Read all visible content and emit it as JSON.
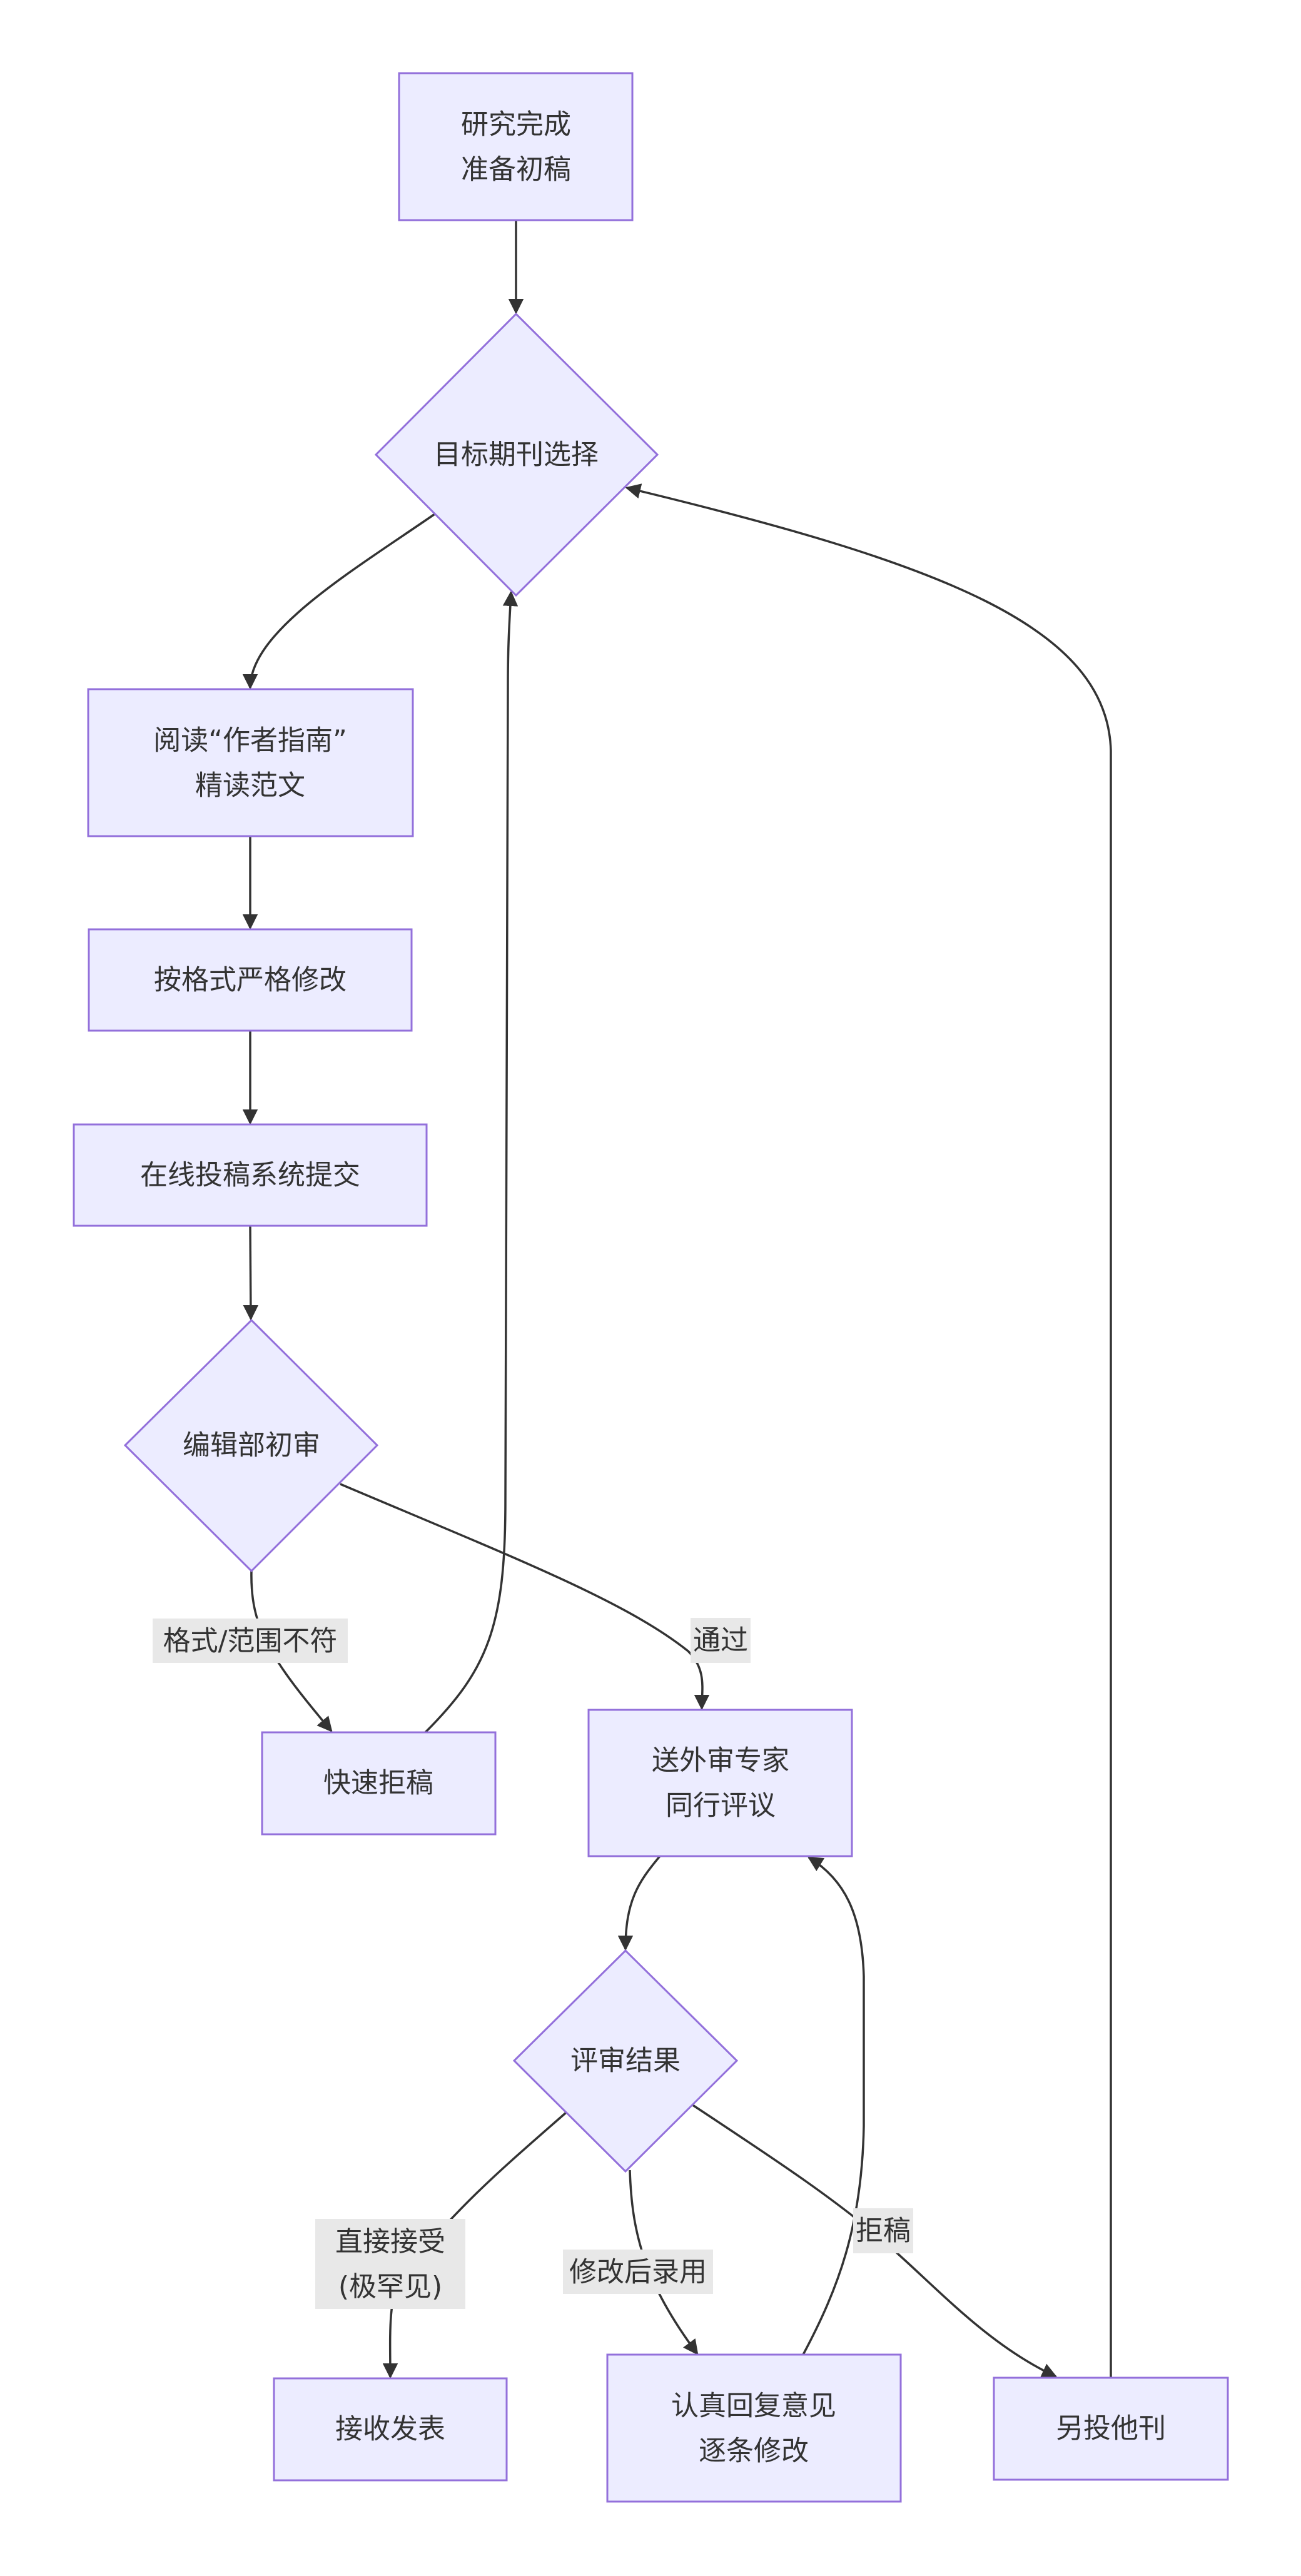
{
  "diagram": {
    "type": "flowchart",
    "direction": "top-down",
    "colors": {
      "node_fill": "#ECECFF",
      "node_stroke": "#9370DB",
      "edge": "#333333",
      "label_background": "#e8e8e8",
      "text": "#333333"
    },
    "nodes": {
      "start": {
        "shape": "rect",
        "lines": [
          "研究完成",
          "准备初稿"
        ]
      },
      "select": {
        "shape": "diamond",
        "lines": [
          "目标期刊选择"
        ]
      },
      "guide": {
        "shape": "rect",
        "lines": [
          "阅读“作者指南”",
          "精读范文"
        ]
      },
      "format": {
        "shape": "rect",
        "lines": [
          "按格式严格修改"
        ]
      },
      "submit": {
        "shape": "rect",
        "lines": [
          "在线投稿系统提交"
        ]
      },
      "initial": {
        "shape": "diamond",
        "lines": [
          "编辑部初审"
        ]
      },
      "desk_reject": {
        "shape": "rect",
        "lines": [
          "快速拒稿"
        ]
      },
      "peer": {
        "shape": "rect",
        "lines": [
          "送外审专家",
          "同行评议"
        ]
      },
      "result": {
        "shape": "diamond",
        "lines": [
          "评审结果"
        ]
      },
      "accept": {
        "shape": "rect",
        "lines": [
          "接收发表"
        ]
      },
      "revise": {
        "shape": "rect",
        "lines": [
          "认真回复意见",
          "逐条修改"
        ]
      },
      "other": {
        "shape": "rect",
        "lines": [
          "另投他刊"
        ]
      }
    },
    "edges": [
      {
        "from": "start",
        "to": "select",
        "label": ""
      },
      {
        "from": "select",
        "to": "guide",
        "label": ""
      },
      {
        "from": "guide",
        "to": "format",
        "label": ""
      },
      {
        "from": "format",
        "to": "submit",
        "label": ""
      },
      {
        "from": "submit",
        "to": "initial",
        "label": ""
      },
      {
        "from": "initial",
        "to": "desk_reject",
        "label": "格式/范围不符"
      },
      {
        "from": "initial",
        "to": "peer",
        "label": "通过"
      },
      {
        "from": "desk_reject",
        "to": "select",
        "label": ""
      },
      {
        "from": "peer",
        "to": "result",
        "label": ""
      },
      {
        "from": "result",
        "to": "accept",
        "label": "直接接受\n(极罕见)"
      },
      {
        "from": "result",
        "to": "revise",
        "label": "修改后录用"
      },
      {
        "from": "result",
        "to": "other",
        "label": "拒稿"
      },
      {
        "from": "revise",
        "to": "peer",
        "label": ""
      },
      {
        "from": "other",
        "to": "select",
        "label": ""
      }
    ]
  }
}
